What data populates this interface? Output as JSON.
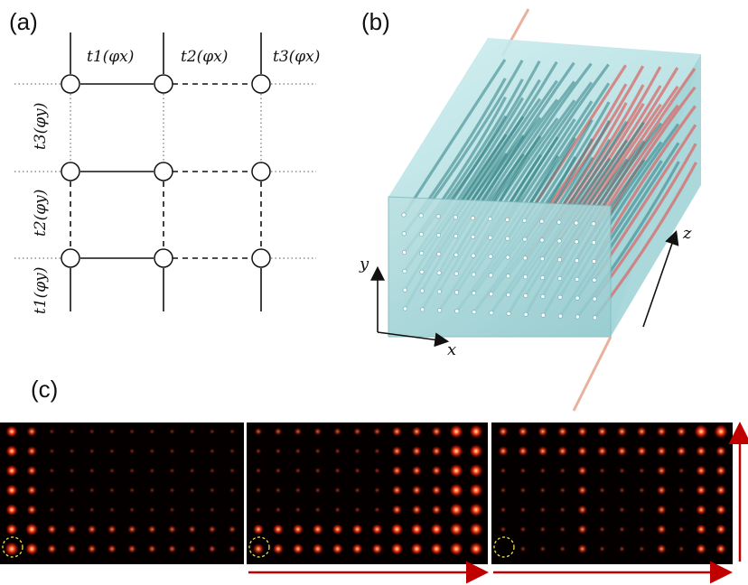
{
  "panels": {
    "a": {
      "label": "(a)",
      "hopping_x": [
        "t1(φx)",
        "t2(φx)",
        "t3(φx)"
      ],
      "hopping_y": [
        "t3(φy)",
        "t2(φy)",
        "t1(φy)"
      ]
    },
    "b": {
      "label": "(b)",
      "axes": {
        "x": "x",
        "y": "y",
        "z": "z"
      },
      "waveguide_array": {
        "columns": 12,
        "rows": 6
      }
    },
    "c": {
      "label": "(c)",
      "frames": 3,
      "grid": {
        "columns": 12,
        "rows": 7
      }
    }
  },
  "colors": {
    "lattice_line": "#111111",
    "glass": "#9fd3d6",
    "waveguide": "#2f7f84",
    "waveguide_highlight": "#d96a6a",
    "beam": "#e8a48f",
    "arrow": "#c00000",
    "spot_hot": "#ffe9a0",
    "spot_mid": "#ff3a1a",
    "frame_bg": "#050000",
    "input_marker": "#f2e24a"
  }
}
